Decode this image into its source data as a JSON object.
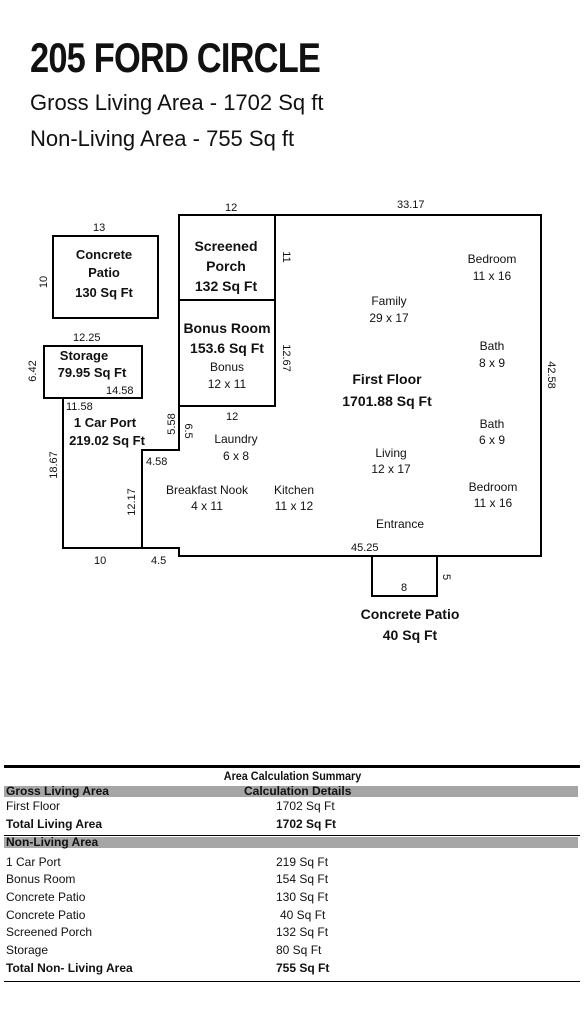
{
  "header": {
    "title": "205 FORD CIRCLE",
    "gross_living": "Gross Living Area - 1702 Sq ft",
    "non_living": "Non-Living Area - 755 Sq ft"
  },
  "plan": {
    "dims": {
      "d13": "13",
      "d10a": "10",
      "d12top": "12",
      "d33": "33.17",
      "d11": "11",
      "d1225": "12.25",
      "d642": "6.42",
      "d1458": "14.58",
      "d1158": "11.58",
      "d1267": "12.67",
      "d4258": "42.58",
      "d558": "5.58",
      "d65": "6.5",
      "d12mid": "12",
      "d458": "4.58",
      "d1867": "18.67",
      "d1217": "12.17",
      "d10b": "10",
      "d45": "4.5",
      "d4525": "45.25",
      "d8": "8",
      "d5": "5"
    },
    "rooms": {
      "concrete_patio_1": [
        "Concrete",
        "Patio",
        "130 Sq Ft"
      ],
      "screened_porch": [
        "Screened",
        "Porch",
        "132 Sq Ft"
      ],
      "storage": [
        "Storage",
        "79.95 Sq Ft"
      ],
      "bonus_room": [
        "Bonus Room",
        "153.6 Sq Ft"
      ],
      "bonus": [
        "Bonus",
        "12 x 11"
      ],
      "car_port": [
        "1 Car Port",
        "219.02 Sq Ft"
      ],
      "family": [
        "Family",
        "29 x 17"
      ],
      "first_floor": [
        "First Floor",
        "1701.88 Sq Ft"
      ],
      "bedroom_1": [
        "Bedroom",
        "11 x 16"
      ],
      "bath_1": [
        "Bath",
        "8 x 9"
      ],
      "bath_2": [
        "Bath",
        "6 x 9"
      ],
      "laundry": [
        "Laundry",
        "6 x 8"
      ],
      "living": [
        "Living",
        "12 x 17"
      ],
      "breakfast_nook": [
        "Breakfast Nook",
        "4 x 11"
      ],
      "kitchen": [
        "Kitchen",
        "11 x 12"
      ],
      "bedroom_2": [
        "Bedroom",
        "11 x 16"
      ],
      "entrance": "Entrance",
      "concrete_patio_2": [
        "Concrete Patio",
        "40 Sq Ft"
      ]
    }
  },
  "summary": {
    "title": "Area Calculation Summary",
    "gross_header": "Gross Living Area",
    "calc_header": "Calculation Details",
    "gross_rows": [
      {
        "label": "First Floor",
        "value": "1702 Sq Ft"
      }
    ],
    "total_living": {
      "label": "Total Living Area",
      "value": "1702 Sq Ft"
    },
    "non_header": "Non-Living Area",
    "non_rows": [
      {
        "label": "1 Car Port",
        "value": "219 Sq Ft"
      },
      {
        "label": "Bonus Room",
        "value": "154 Sq Ft"
      },
      {
        "label": "Concrete Patio",
        "value": "130 Sq Ft"
      },
      {
        "label": "Concrete Patio",
        "value": "40 Sq Ft"
      },
      {
        "label": "Screened Porch",
        "value": "132 Sq Ft"
      },
      {
        "label": "Storage",
        "value": "80 Sq Ft"
      }
    ],
    "total_non": {
      "label": "Total Non- Living Area",
      "value": "755 Sq Ft"
    }
  }
}
